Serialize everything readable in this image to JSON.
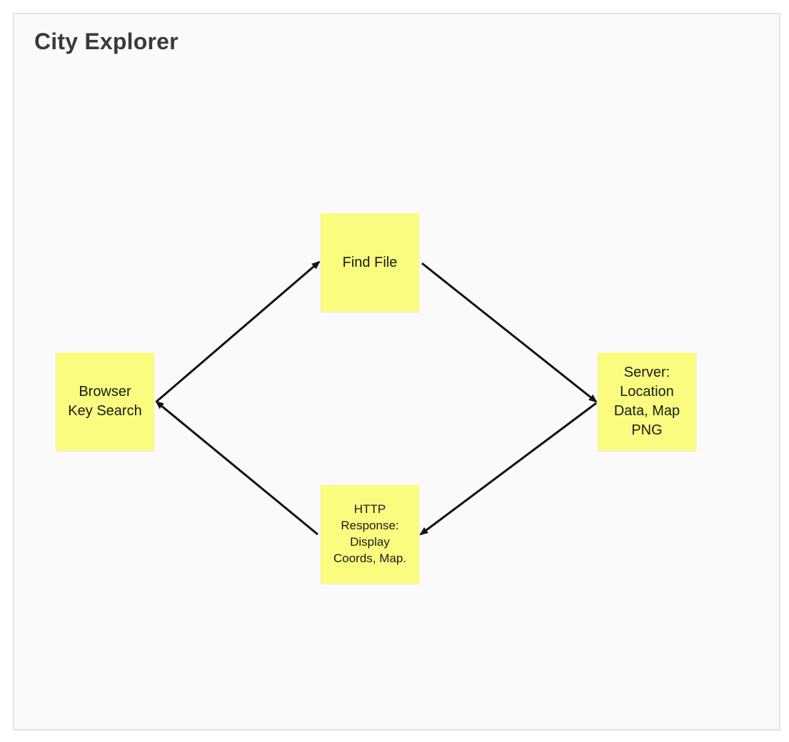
{
  "frame": {
    "title": "City Explorer"
  },
  "notes": {
    "browser": "Browser\nKey Search",
    "find_file": "Find File",
    "server": "Server:\nLocation\nData, Map\nPNG",
    "http_response": "HTTP\nResponse:\nDisplay\nCoords, Map."
  },
  "colors": {
    "sticky": "#fafc7f",
    "connector": "#111111",
    "frame_background": "#fafafa",
    "frame_border": "#e4e4e4"
  }
}
